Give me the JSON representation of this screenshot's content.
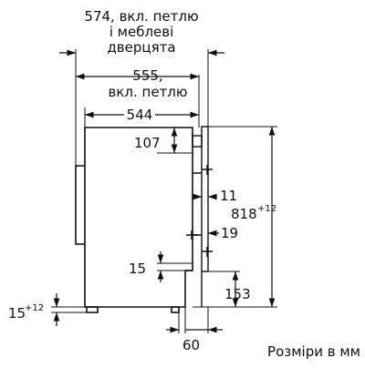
{
  "drawing": {
    "label_574_line1": "574, вкл. петлю",
    "label_574_line2": "і меблеві",
    "label_574_line3": "дверцята",
    "label_555_line1": "555,",
    "label_555_line2": "вкл. петлю",
    "label_544": "544",
    "label_107": "107",
    "label_11": "11",
    "label_19": "19",
    "label_15": "15",
    "label_153": "153",
    "label_60": "60",
    "label_818": "818",
    "label_818_sup": "+12",
    "label_foot": "15",
    "label_foot_sup": "+12",
    "caption": "Розміри в мм"
  }
}
